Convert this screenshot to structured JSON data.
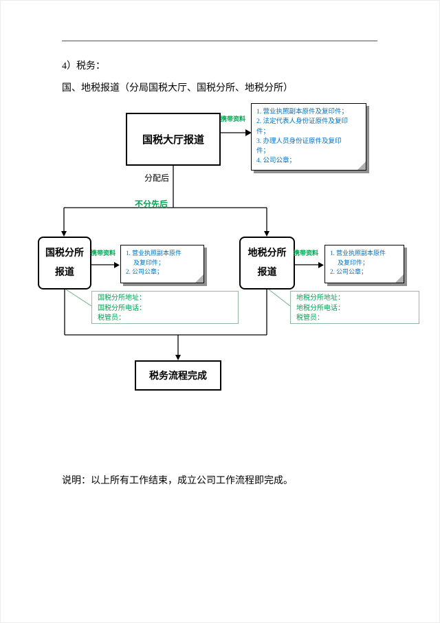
{
  "document": {
    "heading": "4）税务：",
    "subheading": "国、地税报道（分局国税大厅、国税分所、地税分所）",
    "closing_note": "说明：以上所有工作结束，成立公司工作流程即完成。"
  },
  "flowchart": {
    "main_box": {
      "label": "国税大厅报道"
    },
    "main_carry_label": "携带资料",
    "main_note": {
      "lines": [
        "1. 营业执照副本原件及复印件；",
        "2. 法定代表人身份证原件及复印",
        "件；",
        "3. 办理人员身份证原件及复印",
        "件；",
        "4. 公司公章；"
      ]
    },
    "branch_labels": {
      "after_assignment": "分配后",
      "no_order": "不分先后"
    },
    "left_box": {
      "line1": "国税分所",
      "line2": "报道"
    },
    "right_box": {
      "line1": "地税分所",
      "line2": "报道"
    },
    "left_carry_label": "携带资料",
    "right_carry_label": "携带资料",
    "left_note": {
      "lines": [
        "1. 营业执照副本原件",
        "及复印件；",
        "2. 公司公章；"
      ]
    },
    "right_note": {
      "lines": [
        "1. 营业执照副本原件",
        "及复印件；",
        "2. 公司公章；"
      ]
    },
    "left_callout": {
      "lines": [
        "国税分所地址：",
        "国税分所电话：",
        "税管员："
      ]
    },
    "right_callout": {
      "lines": [
        "地税分所地址：",
        "地税分所电话：",
        "税管员："
      ]
    },
    "final_box": {
      "label": "税务流程完成"
    }
  },
  "colors": {
    "green_label": "#00A651",
    "blue_note_text": "#0070C0",
    "callout_border": "#8FBC9F",
    "note_shadow": "#8F8F8F",
    "line_black": "#000000"
  }
}
